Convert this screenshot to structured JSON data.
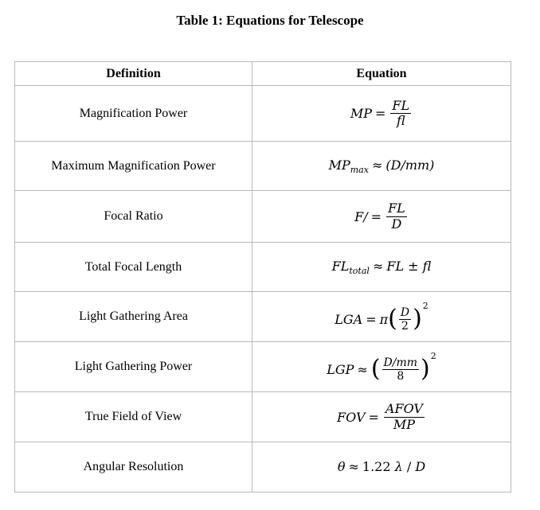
{
  "caption": "Table 1:  Equations for Telescope",
  "headers": {
    "definition": "Definition",
    "equation": "Equation"
  },
  "rows": [
    {
      "definition": "Magnification Power",
      "eq": {
        "lhs": "MP",
        "op": "=",
        "num": "FL",
        "den": "fl"
      }
    },
    {
      "definition": "Maximum Magnification Power",
      "eq": {
        "base": "MP",
        "sub": "max",
        "op": "≈",
        "rhs": "(D/mm)"
      }
    },
    {
      "definition": "Focal Ratio",
      "eq": {
        "lhs": "F/",
        "op": "=",
        "num": "FL",
        "den": "D"
      }
    },
    {
      "definition": "Total Focal Length",
      "eq": {
        "base": "FL",
        "sub": "total",
        "op": "≈",
        "rhs": "FL ± fl"
      }
    },
    {
      "definition": "Light Gathering Area",
      "eq": {
        "lhs": "LGA",
        "op": "=",
        "pi": "π",
        "num": "D",
        "den": "2",
        "exp": "2"
      }
    },
    {
      "definition": "Light Gathering Power",
      "eq": {
        "lhs": "LGP",
        "op": "≈",
        "num": "D/mm",
        "den": "8",
        "exp": "2"
      }
    },
    {
      "definition": "True Field of View",
      "eq": {
        "lhs": "FOV",
        "op": "=",
        "num": "AFOV",
        "den": "MP"
      }
    },
    {
      "definition": "Angular Resolution",
      "eq": {
        "theta": "θ",
        "op": "≈",
        "num_const": "1.22",
        "lambda": "λ",
        "slash": "/",
        "D": "D"
      }
    }
  ]
}
